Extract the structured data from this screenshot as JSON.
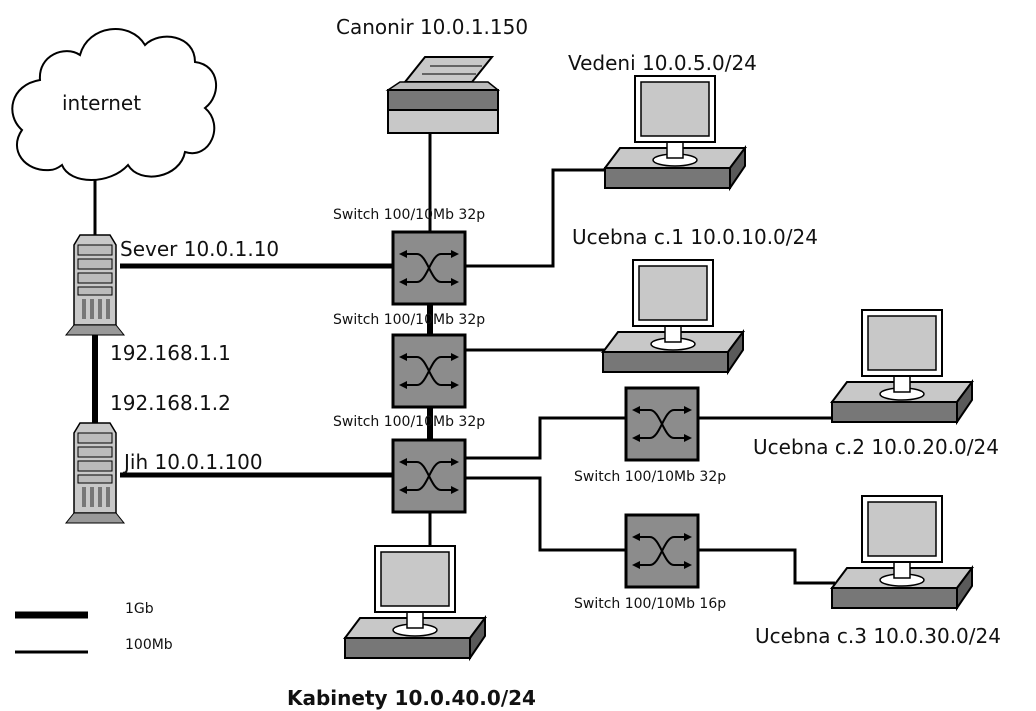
{
  "labels": {
    "internet": "internet",
    "printer": "Canonir 10.0.1.150",
    "vedeni": "Vedeni 10.0.5.0/24",
    "ucebna1": "Ucebna c.1 10.0.10.0/24",
    "ucebna2": "Ucebna c.2 10.0.20.0/24",
    "ucebna3": "Ucebna c.3 10.0.30.0/24",
    "kabinety": "Kabinety 10.0.40.0/24",
    "sever": "Sever 10.0.1.10",
    "sever_ip": "192.168.1.1",
    "jih_ip": "192.168.1.2",
    "jih": "Jih 10.0.1.100",
    "switch1": "Switch 100/10Mb 32p",
    "switch2": "Switch 100/10Mb 32p",
    "switch3": "Switch 100/10Mb 32p",
    "switch4": "Switch 100/10Mb 32p",
    "switch5": "Switch 100/10Mb 16p"
  },
  "legend": {
    "thick_label": "1Gb",
    "thin_label": "100Mb"
  },
  "colors": {
    "switch_fill": "#8c8c8c",
    "device_light": "#c8c8c8",
    "device_dark": "#777777",
    "line": "#000000"
  }
}
